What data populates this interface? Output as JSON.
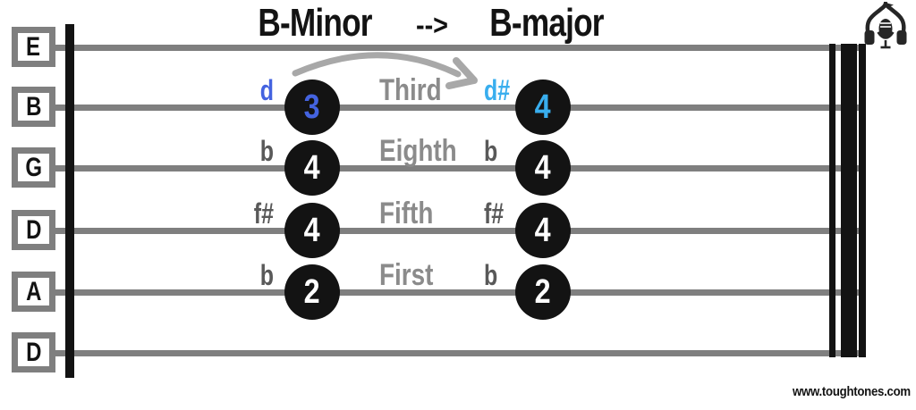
{
  "title": {
    "from": "B-Minor",
    "arrow_text": "-->",
    "to": "B-major"
  },
  "tuning": [
    "E",
    "B",
    "G",
    "D",
    "A",
    "D"
  ],
  "chord_change": {
    "from_chord": "B-Minor",
    "to_chord": "B-major",
    "rows": [
      {
        "string": "B",
        "from_note": "d",
        "from_fret": "3",
        "interval": "Third",
        "to_note": "d#",
        "to_fret": "4",
        "changed": true
      },
      {
        "string": "G",
        "from_note": "b",
        "from_fret": "4",
        "interval": "Eighth",
        "to_note": "b",
        "to_fret": "4",
        "changed": false
      },
      {
        "string": "D",
        "from_note": "f#",
        "from_fret": "4",
        "interval": "Fifth",
        "to_note": "f#",
        "to_fret": "4",
        "changed": false
      },
      {
        "string": "A",
        "from_note": "b",
        "from_fret": "2",
        "interval": "First",
        "to_note": "b",
        "to_fret": "2",
        "changed": false
      }
    ]
  },
  "colors": {
    "accent_from": "#4463e0",
    "accent_to": "#39aeee",
    "note_gray": "#595959",
    "interval_gray": "#8b8b8b",
    "string_gray": "#7f7f7f",
    "arrow_gray": "#a8a8a8",
    "ink": "#131313"
  },
  "icons": {
    "logo": "headphones-mic-icon"
  },
  "footer": {
    "website": "www.toughtones.com"
  }
}
